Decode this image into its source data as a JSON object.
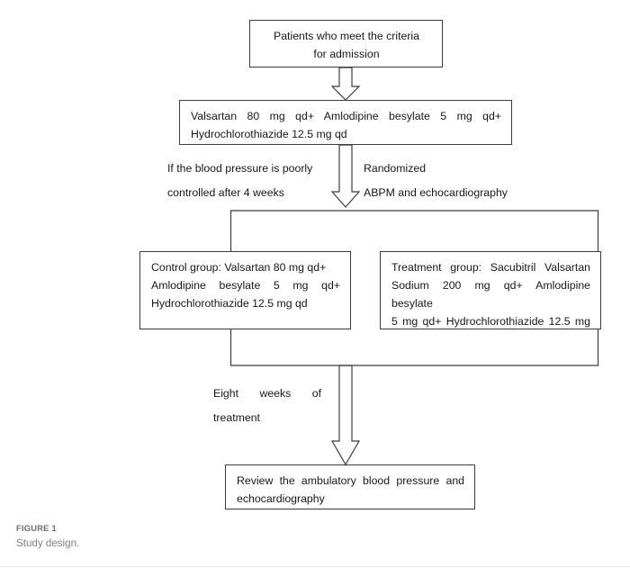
{
  "figure": {
    "label": "FIGURE 1",
    "caption": "Study design."
  },
  "diagram": {
    "type": "flowchart",
    "title": "Study design",
    "nodes": [
      {
        "id": "admission",
        "name": "patients-criteria-box",
        "lines": [
          "Patients who meet the criteria",
          "for admission"
        ],
        "align": "center"
      },
      {
        "id": "baseline",
        "name": "baseline-therapy-box",
        "lines": [
          "Valsartan 80 mg qd+ Amlodipine besylate 5 mg qd+",
          "Hydrochlorothiazide 12.5 mg qd"
        ],
        "align": "justify"
      },
      {
        "id": "control",
        "name": "control-group-box",
        "lines": [
          "Control group: Valsartan 80 mg qd+",
          "Amlodipine besylate 5 mg qd+",
          "Hydrochlorothiazide 12.5 mg qd"
        ],
        "align": "justify"
      },
      {
        "id": "treatment",
        "name": "treatment-group-box",
        "lines": [
          "Treatment group: Sacubitril Valsartan",
          "Sodium 200 mg qd+ Amlodipine besylate",
          "5 mg qd+ Hydrochlorothiazide 12.5 mg"
        ],
        "align": "justify"
      },
      {
        "id": "review",
        "name": "review-outcomes-box",
        "lines": [
          "Review the ambulatory blood pressure and",
          "echocardiography"
        ],
        "align": "justify"
      }
    ],
    "annotations": [
      {
        "id": "bp-condition",
        "name": "blood-pressure-condition-label",
        "lines": [
          "If the blood pressure is poorly",
          "controlled after 4 weeks"
        ]
      },
      {
        "id": "randomization",
        "name": "randomization-label",
        "lines": [
          "Randomized",
          "ABPM and echocardiography"
        ]
      },
      {
        "id": "duration",
        "name": "treatment-duration-label",
        "lines": [
          "Eight weeks of",
          "treatment"
        ]
      }
    ],
    "colors": {
      "stroke": "#3c3c3c",
      "text": "#17171c",
      "background": "#ffffff",
      "caption_label": "#6d6e71",
      "caption_text": "#808184"
    }
  }
}
